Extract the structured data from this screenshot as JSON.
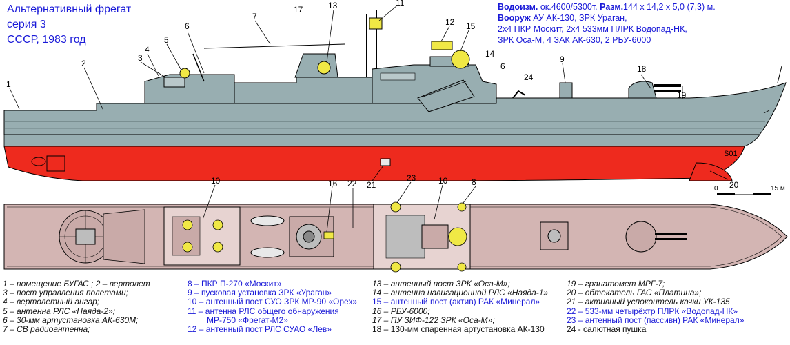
{
  "title": {
    "line1": "Альтернативный фрегат",
    "line2": "серия 3",
    "line3": "СССР, 1983 год"
  },
  "specs": {
    "displacement_label": "Водоизм.",
    "displacement_value": "ок.4600/5300т.",
    "dimensions_label": "Разм.",
    "dimensions_value": "144 х 14,2 х 5,0 (7,3) м.",
    "armament_label": "Вооруж",
    "armament_value": "АУ АК-130, ЗРК Ураган,",
    "armament_line2": "2х4 ПКР Москит, 2х4 533мм ПЛРК Водопад-НК,",
    "armament_line3": "ЗРК Оса-М, 4 ЗАК АК-630, 2 РБУ-6000"
  },
  "hull_number": "S01",
  "scale": {
    "zero": "0",
    "length": "15 м"
  },
  "callouts_side": [
    {
      "n": "1"
    },
    {
      "n": "2"
    },
    {
      "n": "3"
    },
    {
      "n": "4"
    },
    {
      "n": "5"
    },
    {
      "n": "6"
    },
    {
      "n": "7"
    },
    {
      "n": "13"
    },
    {
      "n": "11"
    },
    {
      "n": "12"
    },
    {
      "n": "15"
    },
    {
      "n": "14"
    },
    {
      "n": "6"
    },
    {
      "n": "24"
    },
    {
      "n": "9"
    },
    {
      "n": "18"
    },
    {
      "n": "19"
    },
    {
      "n": "17"
    },
    {
      "n": "20"
    },
    {
      "n": "21"
    }
  ],
  "callouts_top": [
    {
      "n": "10"
    },
    {
      "n": "16"
    },
    {
      "n": "22"
    },
    {
      "n": "23"
    },
    {
      "n": "10"
    },
    {
      "n": "8"
    }
  ],
  "legend": {
    "col1": [
      "1 – помещение БУГАС ; 2 – вертолет",
      "3 – пост управления полетами;",
      "4 – вертолетный ангар;",
      "5 – антенна РЛС «Наяда-2»;",
      "6 – 30-мм артустановка АК-630М;",
      "7 – СВ радиоантенна;"
    ],
    "col2": [
      "8 – ПКР П-270 «Москит»",
      "9 – пусковая установка ЗРК «Ураган»",
      "10 – антенный пост СУО ЗРК МР-90 «Орех»",
      "11 – антенна РЛС общего обнаружения",
      "МР-750 «Фрегат-М2»",
      "12 – антенный пост РЛС СУАО «Лев»"
    ],
    "col3": [
      "13 – антенный пост ЗРК «Оса-М»;",
      "14 – антенна навигационной РЛС «Наяда-1»",
      "15 – антенный пост (актив) РАК «Минерал»",
      "16 – РБУ-6000;",
      "17 – ПУ ЗИФ-122 ЗРК «Оса-М»;",
      "18 – 130-мм спаренная артустановка АК-130"
    ],
    "col4": [
      "19 – гранатомет МРГ-7;",
      "20 – обтекатель ГАС «Платина»;",
      "21 – активный успокоитель качки УК-135",
      "22 – 533-мм четырёхтр ПЛРК «Водопад-НК»",
      "23 – антенный пост (пассивн) РАК «Минерал»",
      "24 - салютная пушка"
    ]
  },
  "colors": {
    "hull_grey": "#98aeb1",
    "antifouling_red": "#ee2a1e",
    "deck_pink": "#d3b5b3",
    "equipment_yellow": "#f0e845",
    "text_blue": "#1a1ad8"
  }
}
